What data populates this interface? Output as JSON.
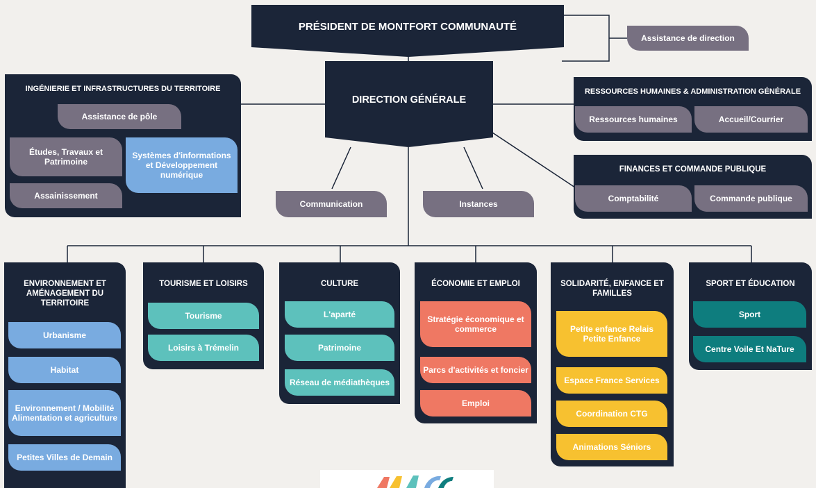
{
  "president": "PRÉSIDENT DE MONTFORT COMMUNAUTÉ",
  "assistance_direction": "Assistance de direction",
  "direction_generale": "DIRECTION GÉNÉRALE",
  "communication": "Communication",
  "instances": "Instances",
  "ingenierie": {
    "title": "INGÉNIERIE ET INFRASTRUCTURES DU TERRITOIRE",
    "assistance": "Assistance de pôle",
    "etudes": "Études, Travaux et Patrimoine",
    "systemes": "Systèmes d'informations et Développement numérique",
    "assainissement": "Assainissement"
  },
  "rh": {
    "title": "RESSOURCES HUMAINES & ADMINISTRATION GÉNÉRALE",
    "items": [
      "Ressources humaines",
      "Accueil/Courrier"
    ]
  },
  "finances": {
    "title": "FINANCES ET COMMANDE PUBLIQUE",
    "items": [
      "Comptabilité",
      "Commande publique"
    ]
  },
  "environnement": {
    "title": "ENVIRONNEMENT ET AMÉNAGEMENT DU TERRITOIRE",
    "items": [
      "Urbanisme",
      "Habitat",
      "Environnement / Mobilité Alimentation et agriculture",
      "Petites Villes de Demain"
    ]
  },
  "tourisme": {
    "title": "TOURISME ET LOISIRS",
    "items": [
      "Tourisme",
      "Loisirs à Trémelin"
    ]
  },
  "culture": {
    "title": "CULTURE",
    "items": [
      "L'aparté",
      "Patrimoine",
      "Réseau de médiathèques"
    ]
  },
  "economie": {
    "title": "ÉCONOMIE ET EMPLOI",
    "items": [
      "Stratégie économique et commerce",
      "Parcs d'activités et foncier",
      "Emploi"
    ]
  },
  "solidarite": {
    "title": "SOLIDARITÉ, ENFANCE ET FAMILLES",
    "items": [
      "Petite enfance Relais Petite Enfance",
      "Espace France Services",
      "Coordination CTG",
      "Animations Séniors"
    ]
  },
  "sport": {
    "title": "SPORT ET ÉDUCATION",
    "items": [
      "Sport",
      "Centre Voile Et NaTure"
    ]
  },
  "colors": {
    "navy": "#1b2538",
    "grey": "#777081",
    "blue": "#79abe0",
    "teal": "#5dc1bc",
    "dark_teal": "#0e7d7e",
    "coral": "#ef7863",
    "yellow": "#f7c130"
  }
}
